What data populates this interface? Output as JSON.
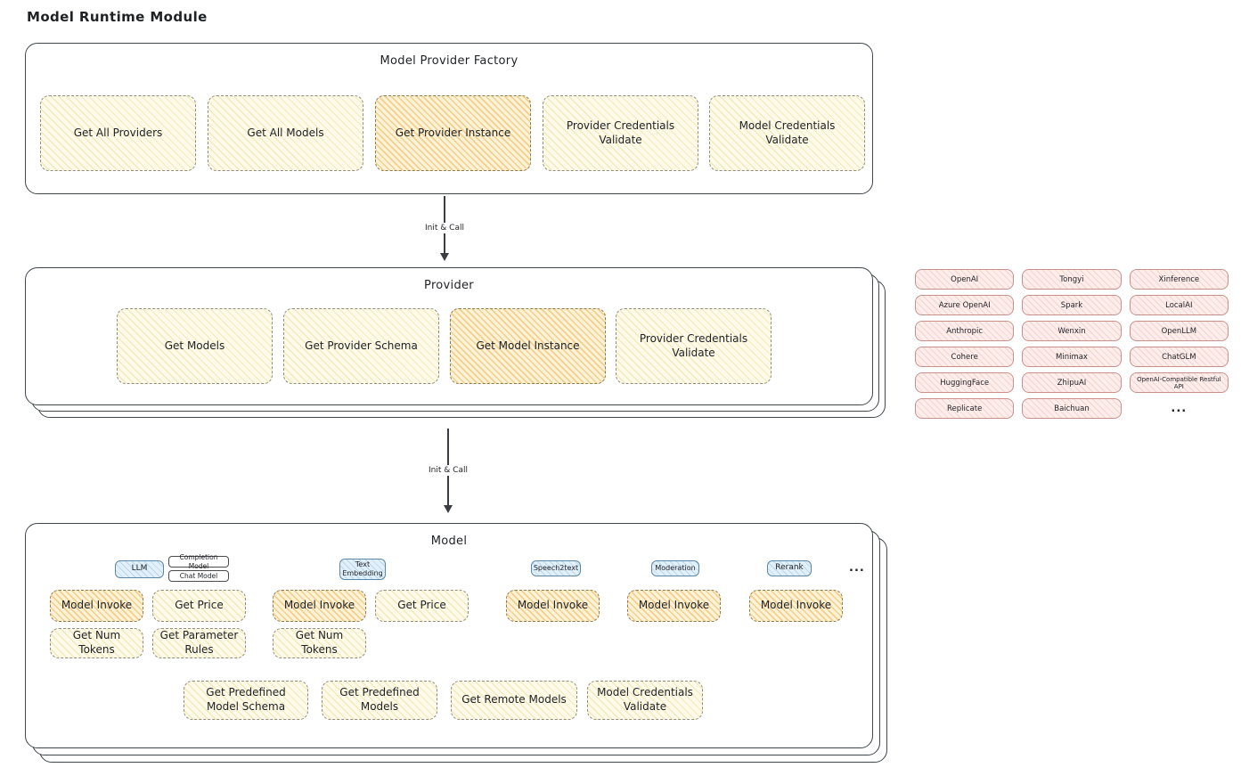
{
  "page_title": "Model Runtime Module",
  "colors": {
    "highlight_hatch": "#eeb858",
    "yellow_fill": "#fdfae9",
    "pink_fill": "#fdeeec",
    "blue_fill": "#e2f0f9"
  },
  "factory": {
    "title": "Model Provider Factory",
    "items": [
      "Get All Providers",
      "Get All Models",
      "Get Provider Instance",
      "Provider Credentials Validate",
      "Model Credentials Validate"
    ]
  },
  "arrow1_label": "Init & Call",
  "arrow2_label": "Init & Call",
  "provider": {
    "title": "Provider",
    "items": [
      "Get Models",
      "Get Provider Schema",
      "Get Model Instance",
      "Provider Credentials Validate"
    ]
  },
  "vendors": [
    "OpenAI",
    "Tongyi",
    "Xinference",
    "Azure OpenAI",
    "Spark",
    "LocalAI",
    "Anthropic",
    "Wenxin",
    "OpenLLM",
    "Cohere",
    "Minimax",
    "ChatGLM",
    "HuggingFace",
    "ZhipuAI",
    "OpenAI-Compatible Restful API",
    "Replicate",
    "Baichuan"
  ],
  "vendors_ellipsis": "...",
  "model": {
    "title": "Model",
    "types": [
      "LLM",
      "Completion Model",
      "Chat Model",
      "Text Embedding",
      "Speech2text",
      "Moderation",
      "Rerank"
    ],
    "types_ellipsis": "...",
    "llm_items": [
      "Model Invoke",
      "Get Price",
      "Get Num Tokens",
      "Get Parameter Rules"
    ],
    "embedding_items": [
      "Model Invoke",
      "Get Price",
      "Get Num Tokens"
    ],
    "speech2text_items": [
      "Model Invoke"
    ],
    "moderation_items": [
      "Model Invoke"
    ],
    "rerank_items": [
      "Model Invoke"
    ],
    "bottom_items": [
      "Get Predefined Model Schema",
      "Get Predefined Models",
      "Get Remote Models",
      "Model Credentials Validate"
    ]
  }
}
